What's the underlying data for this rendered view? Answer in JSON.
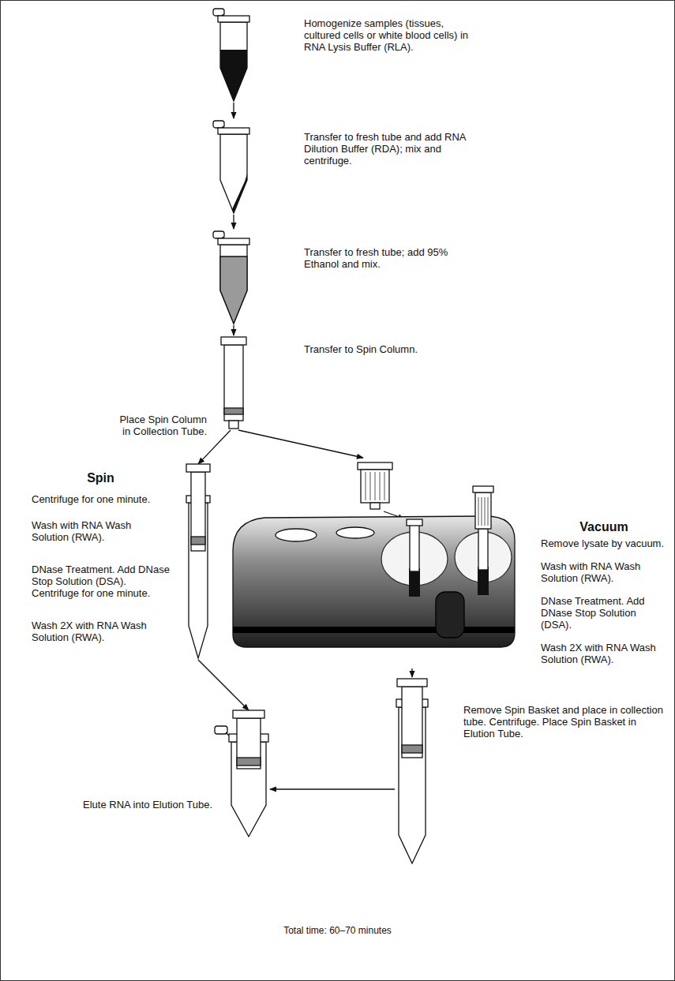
{
  "diagram": {
    "nodes": [
      {
        "text": [
          "Homogenize samples (tissues, cultured cells or white blood cells) in RNA Lysis Buffer (RLA)."
        ]
      },
      {
        "text": [
          "Transfer to fresh tube and add RNA Dilution Buffer (RDA); mix and centrifuge."
        ]
      },
      {
        "text": [
          "Transfer to fresh tube; add 95% Ethanol and mix."
        ]
      },
      {
        "text": [
          "Transfer to Spin Column."
        ]
      },
      {
        "text": [
          "Spin",
          "Centrifuge for one minute.",
          "Wash with RNA Wash Solution (RWA).",
          "DNase Treatment. Add DNase Stop Solution (DSA). Centrifuge for one minute.",
          "Wash 2X with RNA Wash Solution (RWA)."
        ]
      },
      {
        "text": [
          "Vacuum",
          "Remove lysate by vacuum.",
          "Wash with RNA Wash Solution (RWA).",
          "DNase Treatment. Add DNase Stop Solution (DSA).",
          "Wash 2X with RNA Wash Solution (RWA)."
        ]
      },
      {
        "text": [
          "Remove Spin Basket and place in collection tube. Centrifuge. Place Spin Basket in Elution Tube."
        ]
      },
      {
        "text": [
          "Elute RNA into Elution Tube."
        ]
      }
    ],
    "edges": [
      {
        "from": 0,
        "to": 1,
        "arrow": "to"
      },
      {
        "from": 1,
        "to": 2,
        "arrow": "to"
      },
      {
        "from": 2,
        "to": 3,
        "arrow": "to"
      },
      {
        "from": 3,
        "to": 4,
        "label": "Place Spin Column in Collection Tube.",
        "arrow": "to"
      },
      {
        "from": 3,
        "to": 5,
        "arrow": "to"
      },
      {
        "from": 4,
        "to": 7,
        "arrow": "to"
      },
      {
        "from": 5,
        "to": 6,
        "arrow": "to"
      },
      {
        "from": 6,
        "to": 7,
        "arrow": "to"
      }
    ],
    "labels": [
      "Total time: 60–70 minutes"
    ]
  }
}
